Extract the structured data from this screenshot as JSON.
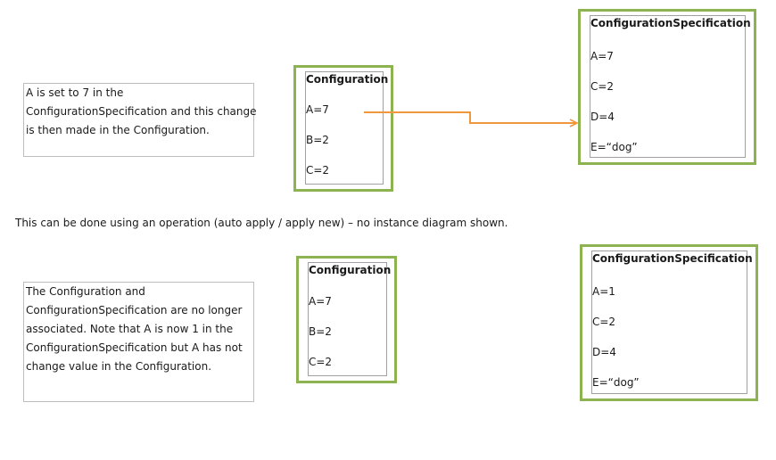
{
  "top": {
    "note": {
      "lines": [
        "A is set to 7 in the",
        "ConfigurationSpecification and this change",
        "is then made in the Configuration."
      ]
    },
    "configuration": {
      "title": "Configuration",
      "attributes": [
        "A=7",
        "B=2",
        "C=2"
      ]
    },
    "specification": {
      "title": "ConfigurationSpecification",
      "attributes": [
        "A=7",
        "C=2",
        "D=4",
        "E=“dog”"
      ]
    }
  },
  "middle": {
    "caption": "This can be done using an operation (auto apply / apply new) – no instance diagram shown."
  },
  "bottom": {
    "note": {
      "lines": [
        "The Configuration and",
        "ConfigurationSpecification are no longer",
        "associated. Note that A is now 1 in the",
        "ConfigurationSpecification but A has not",
        "change value in the Configuration."
      ]
    },
    "configuration": {
      "title": "Configuration",
      "attributes": [
        "A=7",
        "B=2",
        "C=2"
      ]
    },
    "specification": {
      "title": "ConfigurationSpecification",
      "attributes": [
        "A=1",
        "C=2",
        "D=4",
        "E=“dog”"
      ]
    }
  },
  "colors": {
    "object_border": "#8cb34f",
    "inner_border": "#a0a0a0",
    "note_border": "#bdbdbd",
    "link_arrow": "#f0963c"
  }
}
